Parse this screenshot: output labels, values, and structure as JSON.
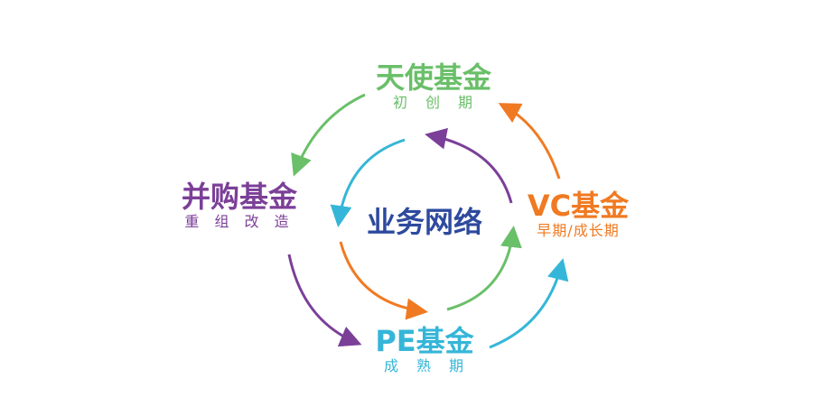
{
  "colors": {
    "green": "#6abf69",
    "purple": "#7b3f98",
    "cyan": "#35b6d8",
    "orange": "#f07a22",
    "blue": "#2e4a9e"
  },
  "center": {
    "title": "业务网络"
  },
  "nodes": {
    "angel": {
      "title": "天使基金",
      "subtitle": "初　创　期"
    },
    "vc": {
      "title": "VC基金",
      "subtitle": "早期/成长期"
    },
    "pe": {
      "title": "PE基金",
      "subtitle": "成　熟　期"
    },
    "ma": {
      "title": "并购基金",
      "subtitle": "重 组 改 造"
    }
  }
}
